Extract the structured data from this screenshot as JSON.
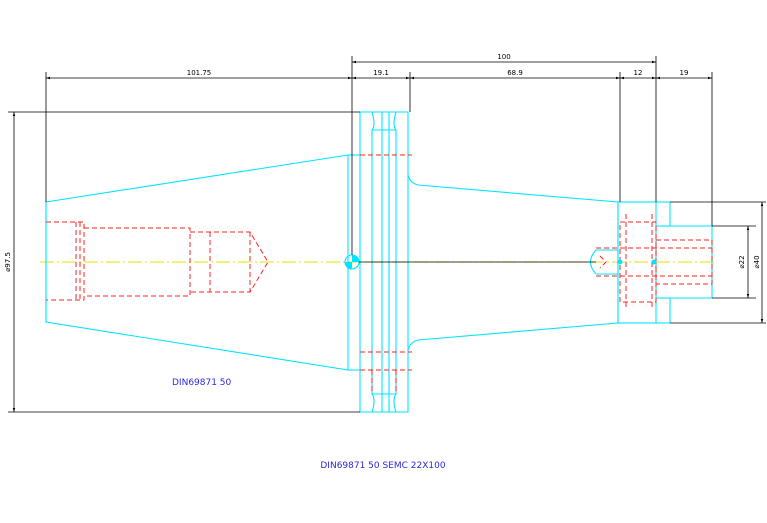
{
  "dimensions": {
    "d_101_75": "101.75",
    "d_19_1": "19.1",
    "d_68_9": "68.9",
    "d_12": "12",
    "d_19": "19",
    "d_100": "100",
    "d_97_5": "⌀97.5",
    "d_22": "⌀22",
    "d_40": "⌀40"
  },
  "labels": {
    "taper_standard": "DIN69871 50",
    "part_title": "DIN69871 50 SEMC 22X100"
  },
  "colors": {
    "outline": "#00e5ff",
    "hidden_lines": "#ff2020",
    "center_line": "#e8e000",
    "dimension": "#000000",
    "title": "#2a2ad6"
  }
}
